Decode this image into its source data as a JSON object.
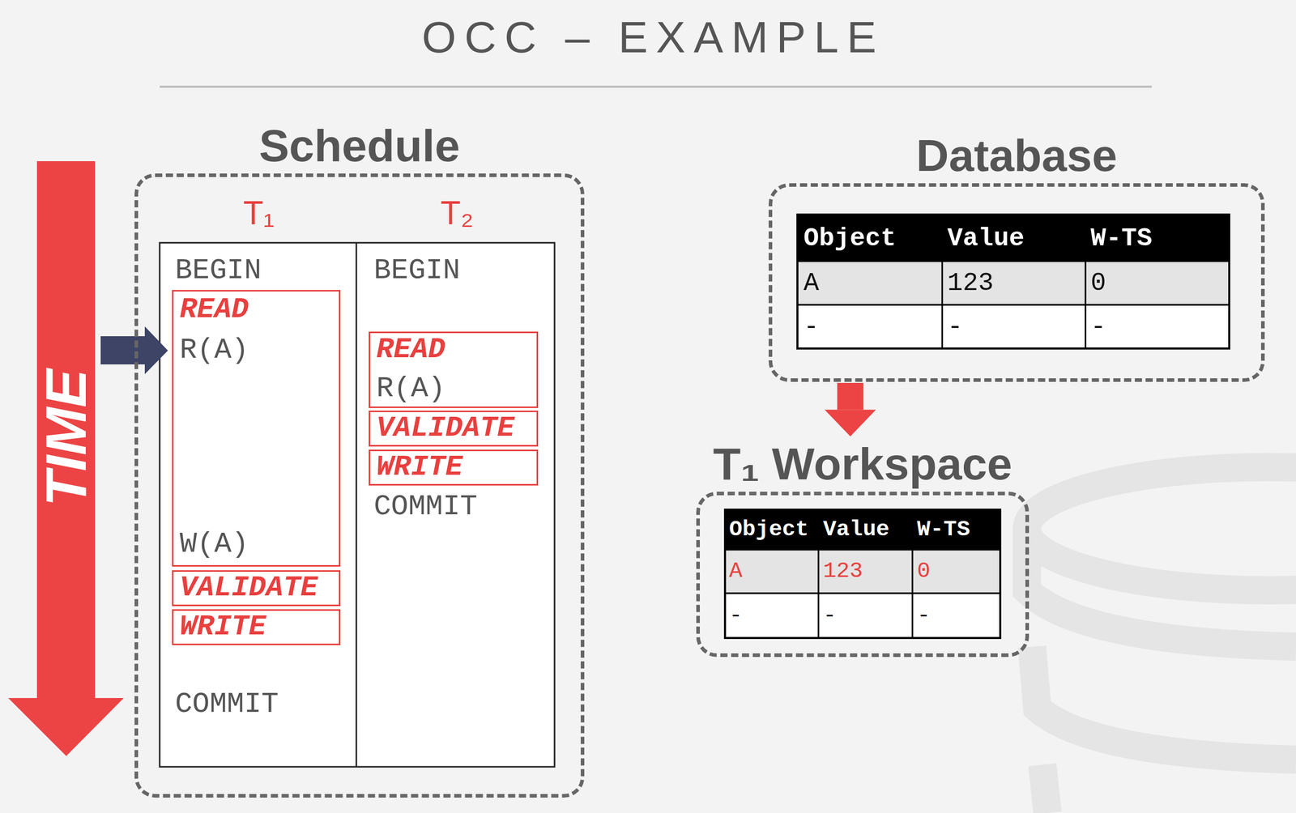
{
  "diagram": {
    "title": "OCC – EXAMPLE",
    "nodes": [
      {
        "text": [
          "Schedule"
        ]
      },
      {
        "text": [
          "READ",
          "R(A)",
          "W(A)"
        ],
        "in": 0
      },
      {
        "text": [
          "VALIDATE"
        ],
        "in": 0
      },
      {
        "text": [
          "WRITE"
        ],
        "in": 0
      },
      {
        "text": [
          "READ",
          "R(A)"
        ],
        "in": 0
      },
      {
        "text": [
          "VALIDATE"
        ],
        "in": 0
      },
      {
        "text": [
          "WRITE"
        ],
        "in": 0
      },
      {
        "text": [
          "Database"
        ]
      },
      {
        "text": [
          "T₁ Workspace"
        ]
      }
    ],
    "edges": [
      {
        "from": 7,
        "to": 8,
        "arrow": "to"
      }
    ],
    "labels": [
      "TIME",
      "T₁",
      "T₂",
      "BEGIN",
      "BEGIN",
      "COMMIT",
      "COMMIT",
      "Object",
      "Value",
      "W-TS",
      "A",
      "123",
      "0",
      "-",
      "-",
      "-",
      "Object",
      "Value",
      "W-TS",
      "A",
      "123",
      "0",
      "-",
      "-",
      "-"
    ]
  }
}
